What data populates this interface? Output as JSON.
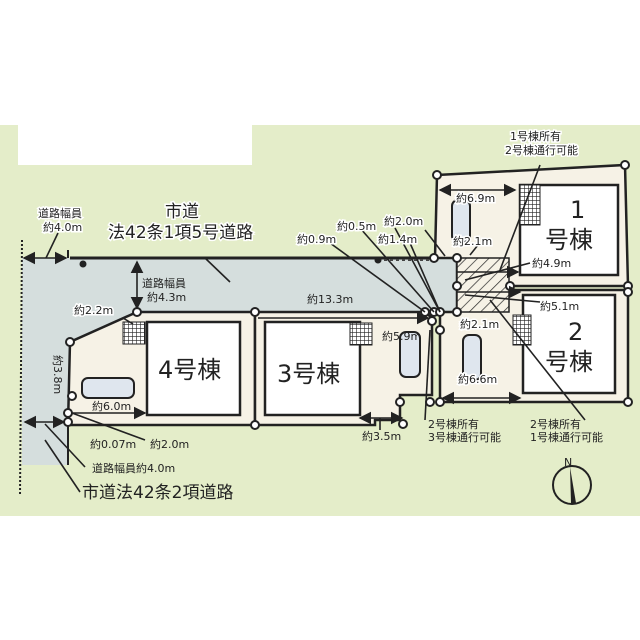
{
  "title": "区画図",
  "colors": {
    "background": "#e4edc9",
    "road": "#d5dedd",
    "lot": "#f6f2e6",
    "house": "#ffffff",
    "line": "#222222"
  },
  "roads": {
    "north_road_name_line1": "市道",
    "north_road_name_line2": "法42条1項5号道路",
    "north_width_left_line1": "道路幅員",
    "north_width_left_line2": "約4.0m",
    "north_width_mid_line1": "道路幅員",
    "north_width_mid_line2": "約4.3m",
    "west_road_width": "道路幅員約4.0m",
    "west_road_name": "市道法42条2項道路"
  },
  "buildings": [
    {
      "id": 1,
      "label_num": "1",
      "label_suffix": "号棟"
    },
    {
      "id": 2,
      "label_num": "2",
      "label_suffix": "号棟"
    },
    {
      "id": 3,
      "label": "3号棟"
    },
    {
      "id": 4,
      "label": "4号棟"
    }
  ],
  "dimensions": {
    "d_2_2": "約2.2m",
    "d_3_8": "約3.8m",
    "d_6_0": "約6.0m",
    "d_0_07": "約0.07m",
    "d_2_0_sw": "約2.0m",
    "d_13_3": "約13.3m",
    "d_5_9": "約5.9m",
    "d_3_5": "約3.5m",
    "d_0_9": "約0.9m",
    "d_0_5": "約0.5m",
    "d_2_0": "約2.0m",
    "d_1_4": "約1.4m",
    "d_6_9": "約6.9m",
    "d_2_1_top": "約2.1m",
    "d_4_9": "約4.9m",
    "d_5_1": "約5.1m",
    "d_2_1_bottom": "約2.1m",
    "d_6_6": "約6.6m"
  },
  "notes": {
    "n1_line1": "1号棟所有",
    "n1_line2": "2号棟通行可能",
    "n2_line1": "2号棟所有",
    "n2_line2": "3号棟通行可能",
    "n3_line1": "2号棟所有",
    "n3_line2": "1号棟通行可能"
  },
  "compass": {
    "label": "N"
  }
}
